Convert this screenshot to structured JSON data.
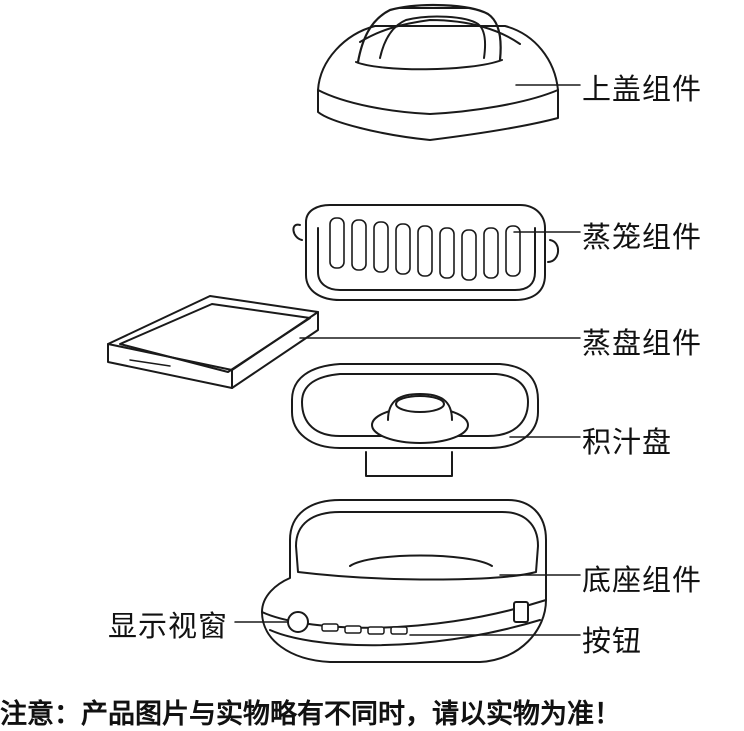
{
  "labels": {
    "lid": "上盖组件",
    "steamer_basket": "蒸笼组件",
    "steam_tray": "蒸盘组件",
    "drip_tray": "积汁盘",
    "base": "底座组件",
    "display_window": "显示视窗",
    "buttons": "按钮"
  },
  "notice": "注意：产品图片与实物略有不同时，请以实物为准！"
}
